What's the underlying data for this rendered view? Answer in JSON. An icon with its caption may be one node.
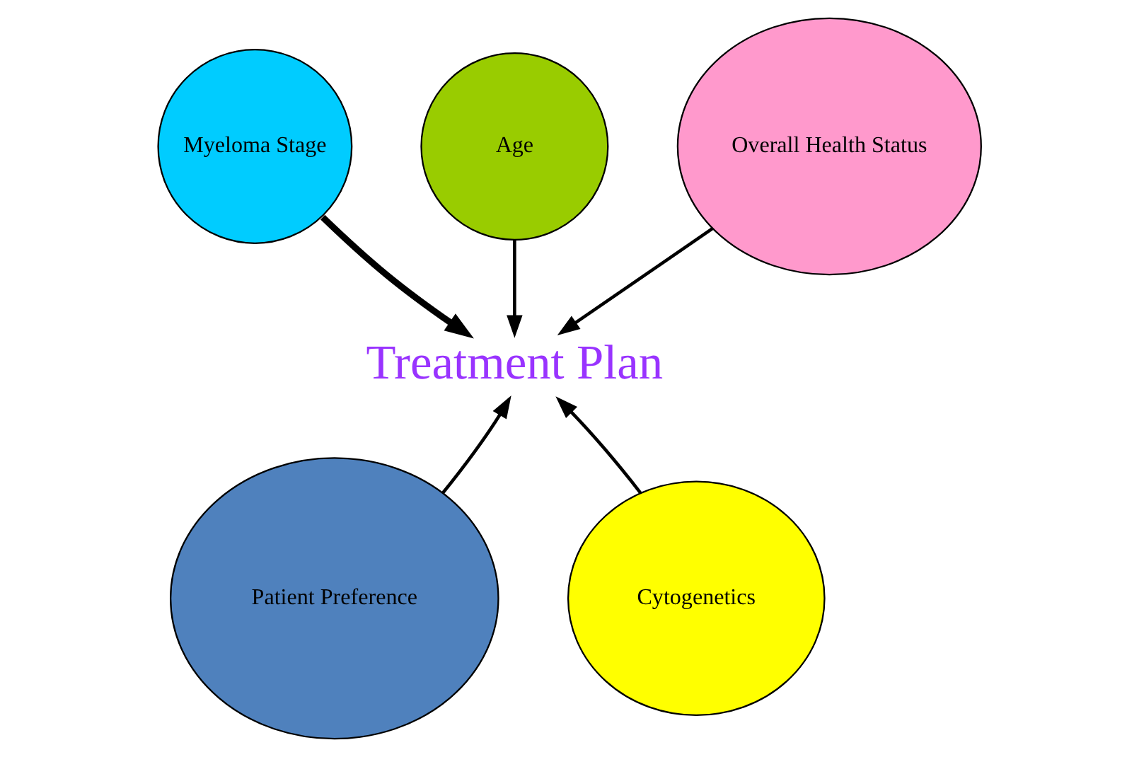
{
  "diagram": {
    "nodes": [
      {
        "text": [
          "Myeloma Stage"
        ]
      },
      {
        "text": [
          "Age"
        ]
      },
      {
        "text": [
          "Overall Health Status"
        ]
      },
      {
        "text": [
          "Treatment Plan"
        ]
      },
      {
        "text": [
          "Patient Preference"
        ]
      },
      {
        "text": [
          "Cytogenetics"
        ]
      }
    ],
    "edges": [
      {
        "from": 0,
        "to": 3,
        "arrow": "to",
        "style": "thick"
      },
      {
        "from": 1,
        "to": 3,
        "arrow": "to"
      },
      {
        "from": 2,
        "to": 3,
        "arrow": "to"
      },
      {
        "from": 4,
        "to": 3,
        "arrow": "to"
      },
      {
        "from": 5,
        "to": 3,
        "arrow": "to"
      }
    ]
  }
}
